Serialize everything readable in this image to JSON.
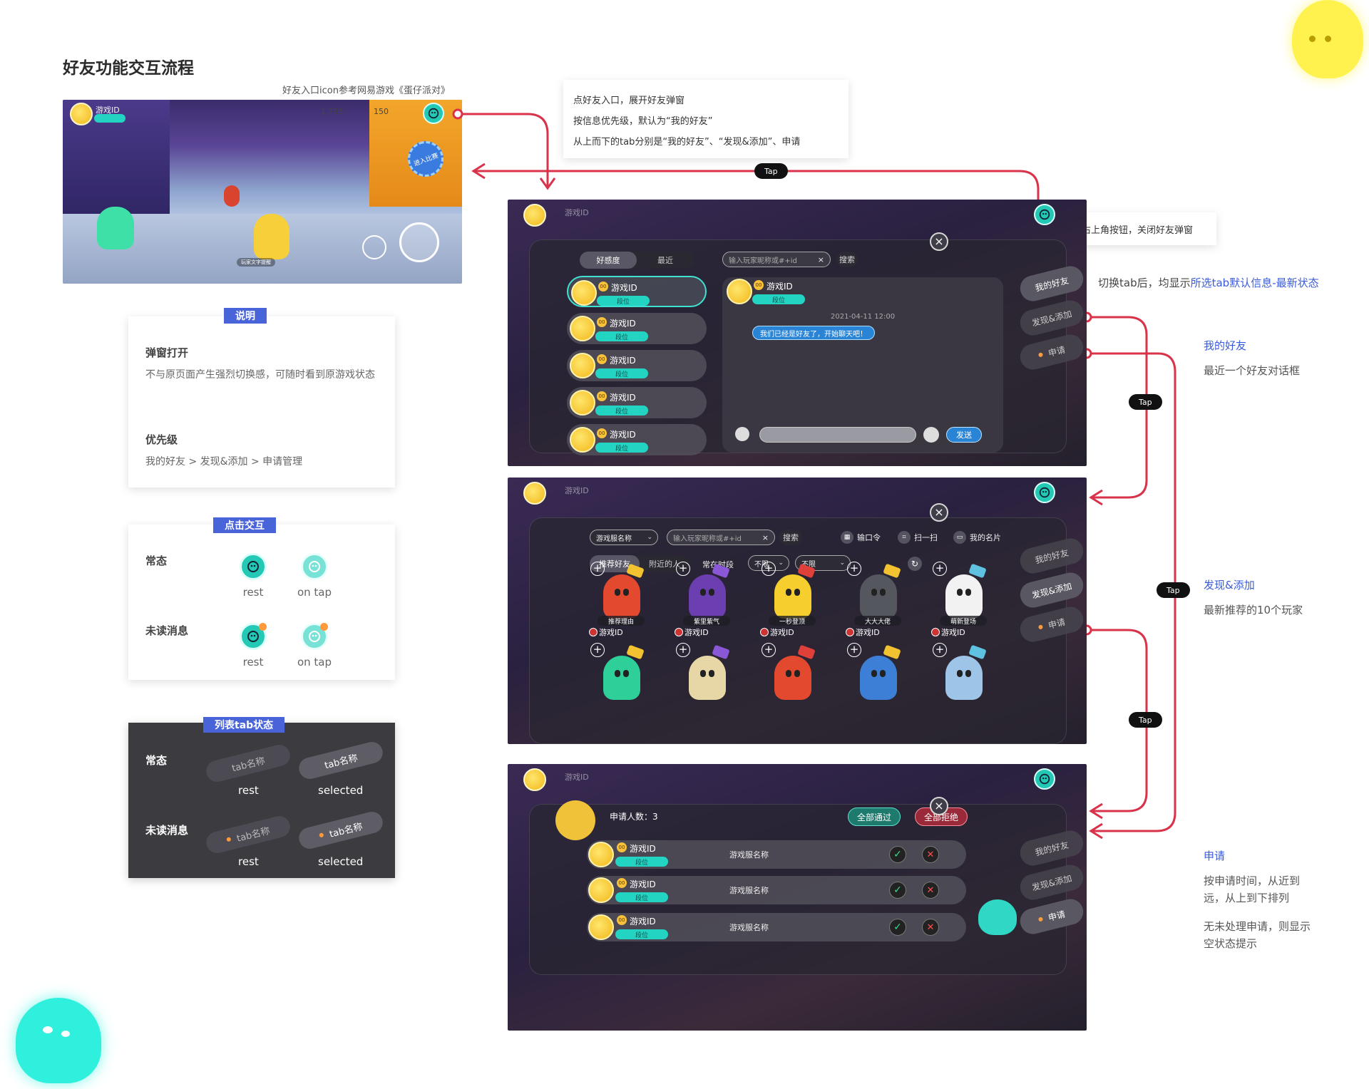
{
  "page": {
    "title": "好友功能交互流程",
    "ref_caption": "好友入口icon参考网易游戏《蛋仔派对》"
  },
  "hud": {
    "player_id": "游戏ID",
    "rank": "段位",
    "currency_a": "1,755",
    "currency_b": "150",
    "event_badge": "进入比赛",
    "hint": "玩家文字提醒"
  },
  "top_note": {
    "lines": [
      "点好友入口，展开好友弹窗",
      "按信息优先级，默认为“我的好友”",
      "从上而下的tab分别是“我的好友”、“发现&添加”、申请"
    ]
  },
  "close_note": "点右上角按钮，关闭好友弹窗",
  "tab_switch_note": {
    "prefix": "切换tab后，均显示",
    "highlight": "所选tab默认信息-最新状态"
  },
  "tap_label": "Tap",
  "side_tabs": [
    "我的好友",
    "发现&添加",
    "申请"
  ],
  "friends_screen": {
    "segments": [
      "好感度",
      "最近"
    ],
    "search_placeholder": "输入玩家昵称或#+id",
    "search_btn": "搜索",
    "rows": [
      {
        "name": "游戏ID",
        "rank": "段位",
        "level": "00"
      },
      {
        "name": "游戏ID",
        "rank": "段位",
        "level": "00"
      },
      {
        "name": "游戏ID",
        "rank": "段位",
        "level": "00"
      },
      {
        "name": "游戏ID",
        "rank": "段位",
        "level": "00"
      },
      {
        "name": "游戏ID",
        "rank": "段位",
        "level": "00"
      }
    ],
    "chat_name": "游戏ID",
    "chat_rank": "段位",
    "chat_time": "2021-04-11 12:00",
    "chat_msg": "我们已经是好友了，开始聊天吧！",
    "send": "发送"
  },
  "discover_screen": {
    "server_dropdown": "游戏服名称",
    "search_placeholder": "输入玩家昵称或#+id",
    "search_btn": "搜索",
    "actions": [
      "输口令",
      "扫一扫",
      "我的名片"
    ],
    "segments": [
      "推荐好友",
      "附近的人"
    ],
    "period_label": "常在时段",
    "filter_a": "不限",
    "filter_b": "不限",
    "players": [
      {
        "reason": "推荐理由",
        "id": "游戏ID",
        "color": "#e2492f"
      },
      {
        "reason": "紫里紫气",
        "id": "游戏ID",
        "color": "#6b3fb0"
      },
      {
        "reason": "一秒登顶",
        "id": "游戏ID",
        "color": "#f6cf2e"
      },
      {
        "reason": "大大大佬",
        "id": "游戏ID",
        "color": "#55575f"
      },
      {
        "reason": "萌新登场",
        "id": "游戏ID",
        "color": "#f2f2f2"
      },
      {
        "reason": "",
        "id": "",
        "color": "#2fcf9a"
      },
      {
        "reason": "",
        "id": "",
        "color": "#e8d7a6"
      },
      {
        "reason": "",
        "id": "",
        "color": "#e2492f"
      },
      {
        "reason": "",
        "id": "",
        "color": "#3d7fd6"
      },
      {
        "reason": "",
        "id": "",
        "color": "#9ec4e8"
      }
    ]
  },
  "requests_screen": {
    "count_label": "申请人数：3",
    "approve_all": "全部通过",
    "reject_all": "全部拒绝",
    "rows": [
      {
        "name": "游戏ID",
        "rank": "段位",
        "level": "00",
        "server": "游戏服名称"
      },
      {
        "name": "游戏ID",
        "rank": "段位",
        "level": "00",
        "server": "游戏服名称"
      },
      {
        "name": "游戏ID",
        "rank": "段位",
        "level": "00",
        "server": "游戏服名称"
      }
    ]
  },
  "explain_card": {
    "label": "说明",
    "h1": "弹窗打开",
    "p1": "不与原页面产生强烈切换感，可随时看到原游戏状态",
    "h2": "优先级",
    "p2": "我的好友 > 发现&添加 > 申请管理"
  },
  "click_card": {
    "label": "点击交互",
    "row1": "常态",
    "row2": "未读消息",
    "rest": "rest",
    "on_tap": "on tap"
  },
  "tab_card": {
    "label": "列表tab状态",
    "row1": "常态",
    "row2": "未读消息",
    "chip": "tab名称",
    "rest": "rest",
    "selected": "selected"
  },
  "notes": {
    "friends_title": "我的好友",
    "friends_desc": "最近一个好友对话框",
    "discover_title": "发现&添加",
    "discover_desc": "最新推荐的10个玩家",
    "requests_title": "申请",
    "requests_desc1": "按申请时间，从近到远，从上到下排列",
    "requests_desc2": "无未处理申请，则显示空状态提示"
  },
  "colors": {
    "accent_blue": "#4963d8",
    "flow_red": "#d8334a",
    "teal": "#23c9b4",
    "link_blue": "#3a5bd9"
  }
}
